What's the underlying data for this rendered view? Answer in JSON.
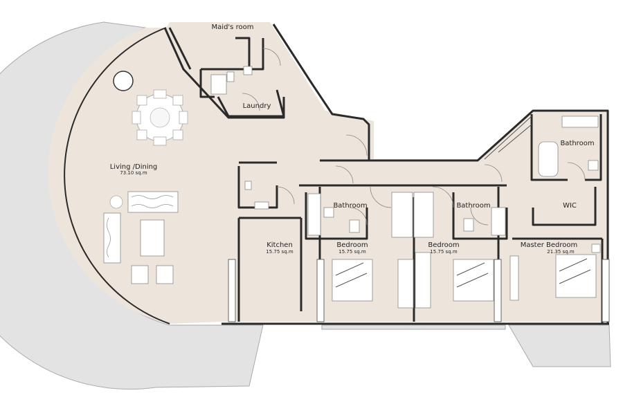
{
  "rooms": {
    "maids_room": {
      "name": "Maid's room"
    },
    "laundry": {
      "name": "Laundry"
    },
    "living_dining": {
      "name": "Living /Dining",
      "area": "73.10  sq.m"
    },
    "kitchen": {
      "name": "Kitchen",
      "area": "15.75 sq.m"
    },
    "bathroom_1": {
      "name": "Bathroom"
    },
    "bathroom_2": {
      "name": "Bathroom"
    },
    "bathroom_master": {
      "name": "Bathroom"
    },
    "bedroom_1": {
      "name": "Bedroom",
      "area": "15.75 sq.m"
    },
    "bedroom_2": {
      "name": "Bedroom",
      "area": "15.75 sq.m"
    },
    "master_bedroom": {
      "name": "Master Bedroom",
      "area": "21.35 sq.m"
    },
    "wic": {
      "name": "WIC"
    }
  },
  "colors": {
    "floor": "#ede5dc",
    "terrace": "#e3e3e3",
    "wall": "#2a2a2a",
    "furniture": "#ffffff"
  }
}
